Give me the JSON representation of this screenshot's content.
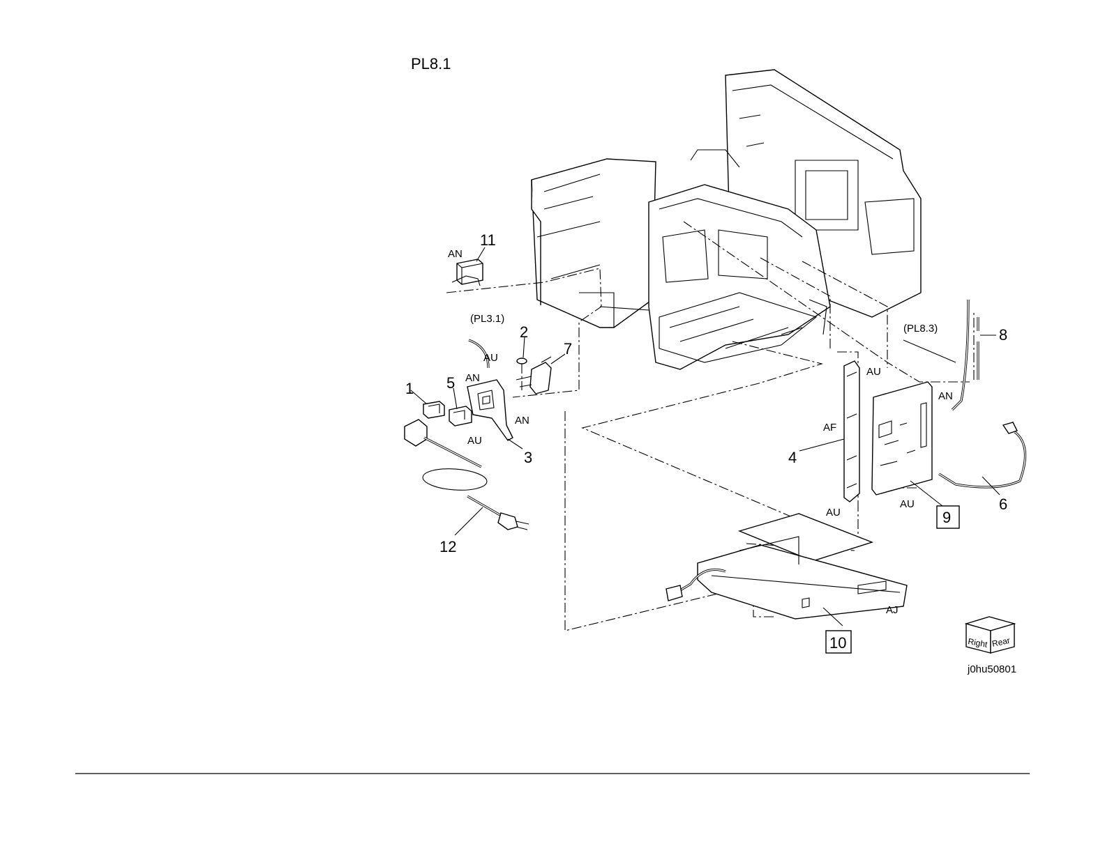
{
  "page_title": "PL8.1",
  "image_id_text": "j0hu50801",
  "orientation_cube": {
    "right": "Right",
    "rear": "Rear"
  },
  "callouts": {
    "c1": "1",
    "c2": "2",
    "c3": "3",
    "c4": "4",
    "c5": "5",
    "c6": "6",
    "c7": "7",
    "c8": "8",
    "c9": "9",
    "c10": "10",
    "c11": "11",
    "c12": "12"
  },
  "connection_codes": {
    "an_11": "AN",
    "au_harness": "AU",
    "an_bracket": "AN",
    "an_side": "AN",
    "au_bracket": "AU",
    "au_plate_top": "AU",
    "af_plate": "AF",
    "an_board": "AN",
    "au_plate_bottom": "AU",
    "au_board": "AU",
    "aj_psu": "AJ"
  },
  "references": {
    "pl3_1": "(PL3.1)",
    "pl8_3": "(PL8.3)"
  },
  "colors": {
    "line": "#000000",
    "background": "#ffffff"
  }
}
